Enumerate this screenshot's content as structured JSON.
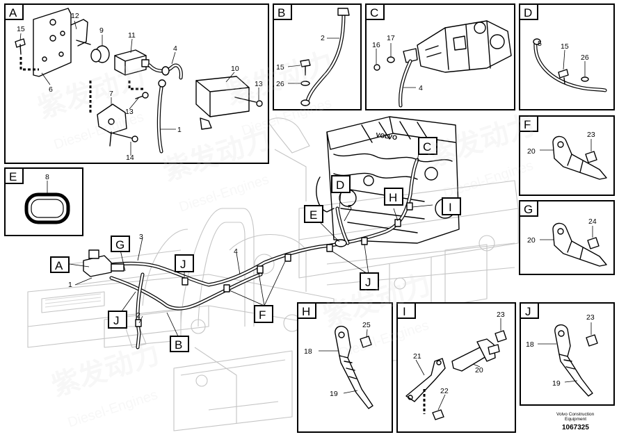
{
  "panels": {
    "A": {
      "tag": "A",
      "labels": {
        "p15": "15",
        "p12": "12",
        "p9": "9",
        "p11": "11",
        "p4": "4",
        "p10": "10",
        "p6": "6",
        "p7": "7",
        "p13a": "13",
        "p13b": "13",
        "p1": "1",
        "p14": "14"
      }
    },
    "B": {
      "tag": "B",
      "labels": {
        "p2": "2",
        "p15": "15",
        "p26": "26"
      }
    },
    "C": {
      "tag": "C",
      "labels": {
        "p16": "16",
        "p17": "17",
        "p4": "4"
      }
    },
    "D": {
      "tag": "D",
      "labels": {
        "p5": "5",
        "p15": "15",
        "p26": "26"
      }
    },
    "E": {
      "tag": "E",
      "labels": {
        "p8": "8"
      }
    },
    "F": {
      "tag": "F",
      "labels": {
        "p23": "23",
        "p20": "20"
      }
    },
    "G": {
      "tag": "G",
      "labels": {
        "p24": "24",
        "p20": "20"
      }
    },
    "H": {
      "tag": "H",
      "labels": {
        "p25": "25",
        "p18": "18",
        "p19": "19"
      }
    },
    "I": {
      "tag": "I",
      "labels": {
        "p23": "23",
        "p21": "21",
        "p22": "22",
        "p20": "20"
      }
    },
    "J": {
      "tag": "J",
      "labels": {
        "p23": "23",
        "p18": "18",
        "p19": "19"
      }
    }
  },
  "main": {
    "callouts": {
      "A": "A",
      "B": "B",
      "C": "C",
      "D": "D",
      "E": "E",
      "F": "F",
      "G": "G",
      "H": "H",
      "I": "I",
      "J1": "J",
      "J2": "J",
      "J3": "J"
    },
    "labels": {
      "p1": "1",
      "p2": "2",
      "p3": "3",
      "p4": "4",
      "p5": "5"
    },
    "engine_text": "VOLVO"
  },
  "footer": {
    "brand": "Volvo Construction Equipment",
    "brand_line1": "Volvo Construction",
    "brand_line2": "Equipment",
    "code": "1067325"
  },
  "watermark": {
    "cn": "紫发动力",
    "en": "Diesel-Engines"
  }
}
